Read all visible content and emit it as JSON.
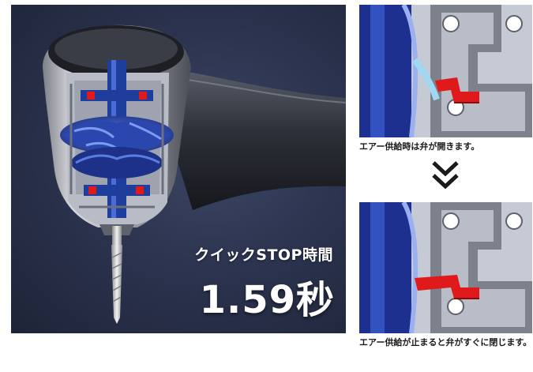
{
  "main": {
    "label": "クイックSTOP時間",
    "value": "1.59秒"
  },
  "panels": {
    "open_caption": "エアー供給時は弁が開きます。",
    "closed_caption": "エアー供給が止まると弁がすぐに閉じます。"
  },
  "colors": {
    "panel_bg": "#2c3450",
    "rotor_blue": "#1f3d9a",
    "valve_red": "#e01a1a",
    "housing_grey": "#9a9da4"
  },
  "icons": {
    "separator": "double-chevron-down-icon"
  }
}
